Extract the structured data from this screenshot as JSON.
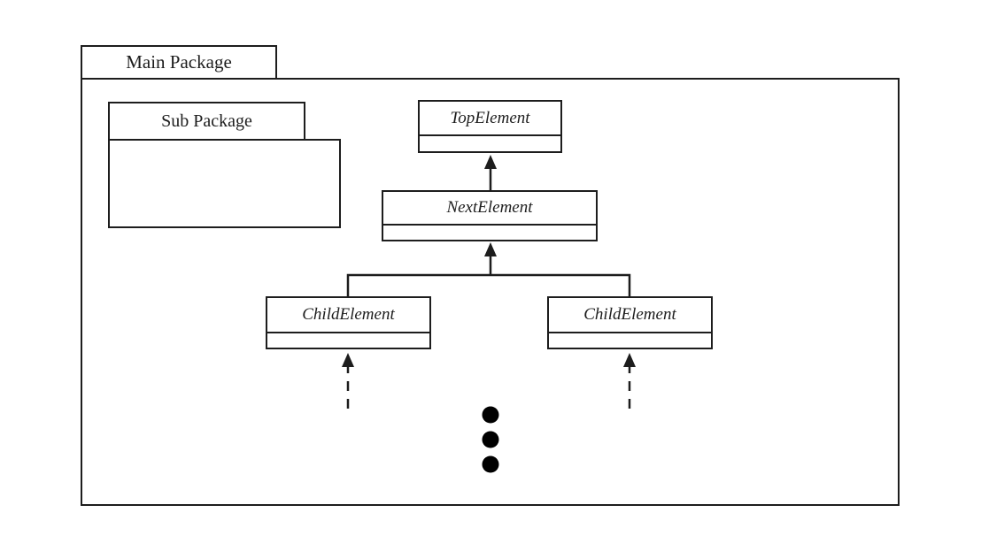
{
  "figure": {
    "background": "#ffffff",
    "line_color": "#1d1d1d",
    "dot_color": "#000000"
  },
  "main_package": {
    "label": "Main Package"
  },
  "sub_package": {
    "label": "Sub Package"
  },
  "classes": {
    "top_element": {
      "name": "TopElement"
    },
    "next_element": {
      "name": "NextElement"
    },
    "child_element_left": {
      "name": "ChildElement"
    },
    "child_element_right": {
      "name": "ChildElement"
    }
  },
  "relations": [
    {
      "from": "NextElement",
      "to": "TopElement",
      "style": "solid line, filled arrowhead pointing up"
    },
    {
      "from": "ChildElement (left)",
      "to": "NextElement",
      "style": "solid branch connector, filled arrowhead pointing up"
    },
    {
      "from": "ChildElement (right)",
      "to": "NextElement",
      "style": "solid branch connector, filled arrowhead pointing up"
    },
    {
      "from": "below (continuation)",
      "to": "ChildElement (left)",
      "style": "dashed line, filled arrowhead pointing up"
    },
    {
      "from": "below (continuation)",
      "to": "ChildElement (right)",
      "style": "dashed line, filled arrowhead pointing up"
    }
  ],
  "ellipsis_dots": 3
}
